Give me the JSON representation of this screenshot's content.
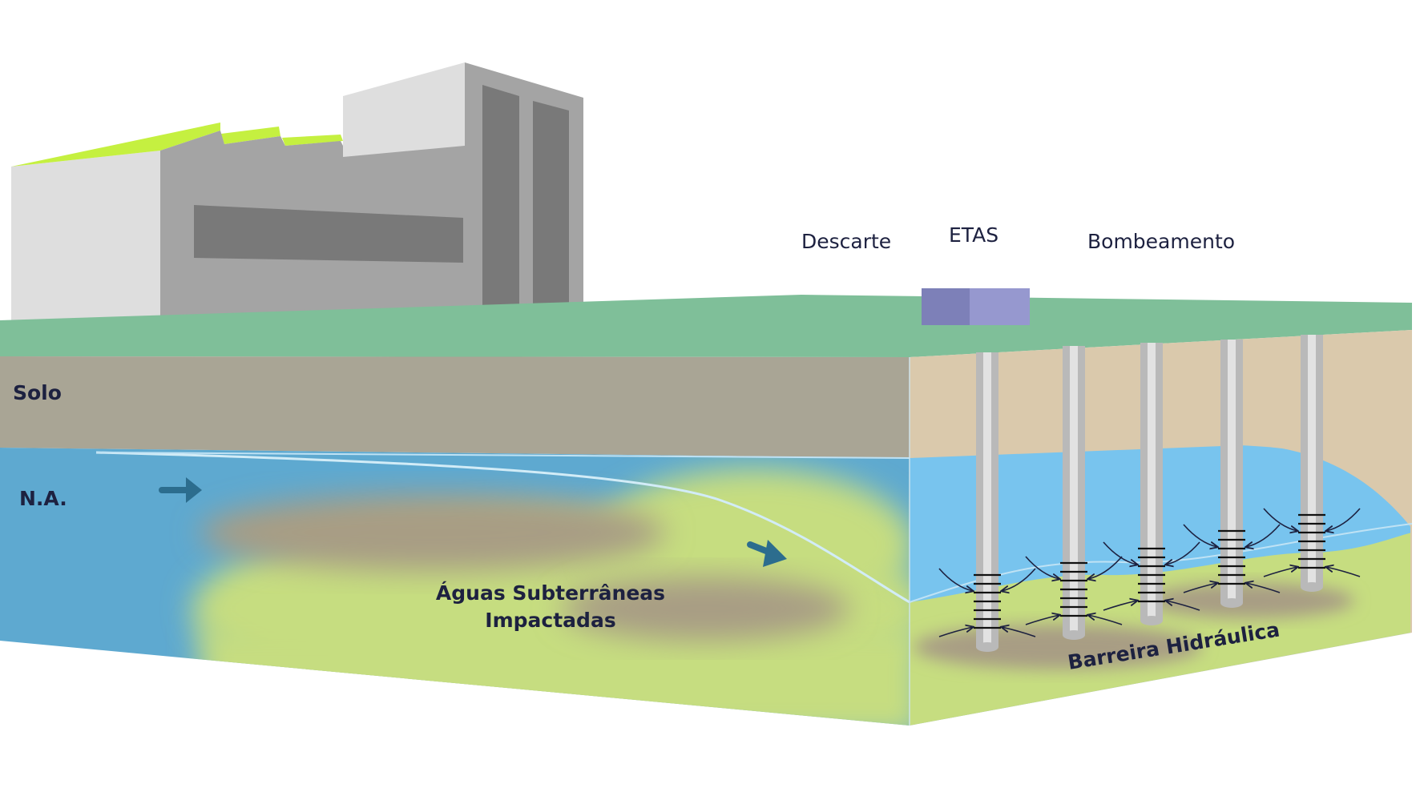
{
  "diagram": {
    "labels": {
      "solo": "Solo",
      "na": "N.A.",
      "descarte": "Descarte",
      "etas": "ETAS",
      "bombeamento": "Bombeamento",
      "aguas_line1": "Águas Subterrâneas",
      "aguas_line2": "Impactadas",
      "barreira": "Barreira Hidráulica"
    },
    "colors": {
      "ground_surface": "#7fbf99",
      "soil": "#a9a595",
      "soil_side": "#dac9ac",
      "water_front": "#5ea9d0",
      "water_side": "#78c4ee",
      "plume_yellow": "#c6dd80",
      "plume_brown": "#a89d84",
      "roof_accent": "#c5f040",
      "building_light": "#dedede",
      "building_mid": "#a4a4a4",
      "building_dark": "#797979",
      "etas_box": "#8f92c8",
      "well": "#b9b9b9",
      "arrow": "#2c6d8e",
      "text": "#1d2140"
    },
    "wells": 5
  }
}
